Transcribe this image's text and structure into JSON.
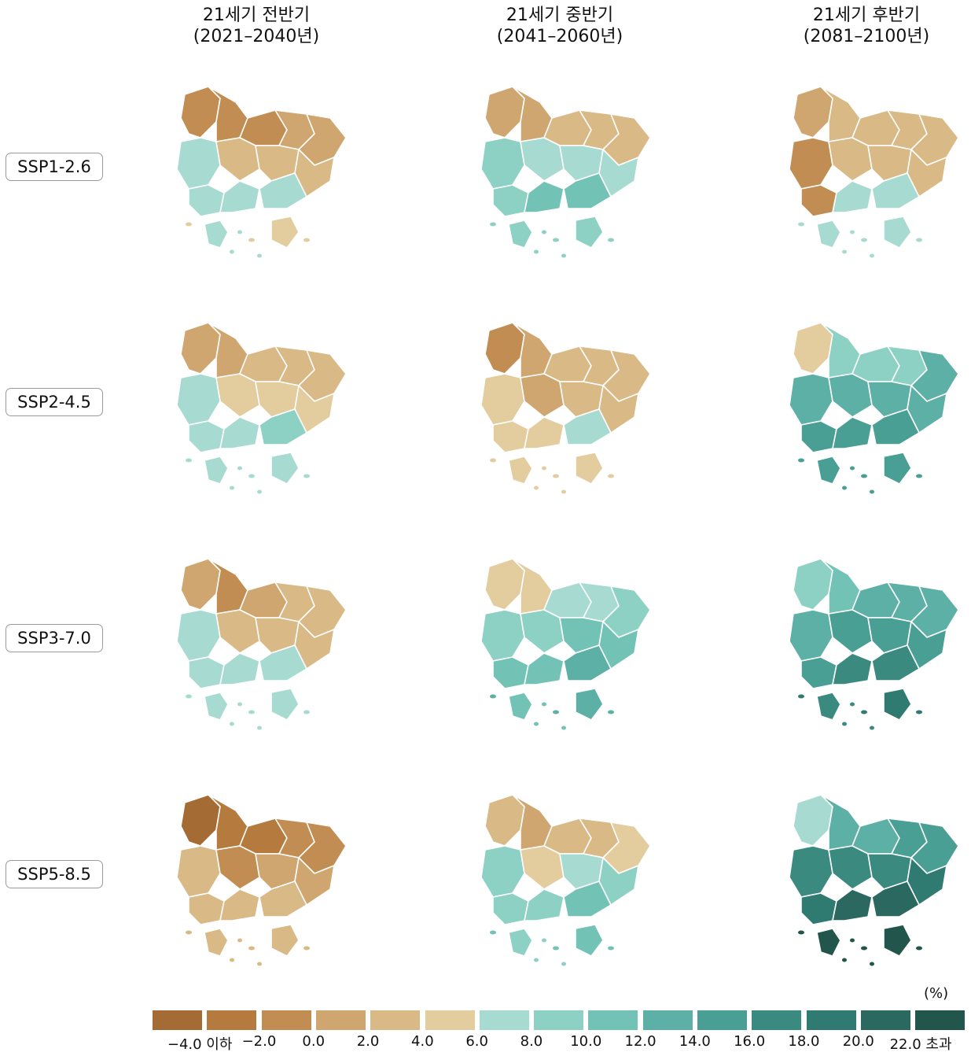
{
  "columns": [
    {
      "line1": "21세기 전반기",
      "line2": "(2021–2040년)"
    },
    {
      "line1": "21세기 중반기",
      "line2": "(2041–2060년)"
    },
    {
      "line1": "21세기 후반기",
      "line2": "(2081–2100년)"
    }
  ],
  "rows": [
    "SSP1-2.6",
    "SSP2-4.5",
    "SSP3-7.0",
    "SSP5-8.5"
  ],
  "legend": {
    "unit": "(%)",
    "colors": [
      "#a56b35",
      "#b57a3d",
      "#c28d52",
      "#cfa66f",
      "#d9b985",
      "#e3cc9e",
      "#a7dbd2",
      "#8dd1c5",
      "#72c3b6",
      "#5db0a5",
      "#4a9f95",
      "#3a8a80",
      "#2f7a71",
      "#2b6860",
      "#22554b"
    ],
    "ticks": [
      "−4.0 이하",
      "−2.0",
      "0.0",
      "2.0",
      "4.0",
      "6.0",
      "8.0",
      "10.0",
      "12.0",
      "14.0",
      "16.0",
      "18.0",
      "20.0",
      "22.0 초과"
    ]
  },
  "map_data": {
    "note_regions": [
      "nw",
      "n",
      "ne1",
      "ne2",
      "e",
      "w",
      "c1",
      "c2",
      "se",
      "sw",
      "s1",
      "s2",
      "is1",
      "is2"
    ],
    "panels": [
      [
        2,
        2,
        2,
        3,
        3,
        6,
        4,
        4,
        4,
        6,
        6,
        6,
        6,
        5
      ],
      [
        3,
        3,
        4,
        4,
        4,
        7,
        6,
        6,
        6,
        7,
        8,
        8,
        7,
        7
      ],
      [
        3,
        4,
        4,
        4,
        4,
        2,
        4,
        4,
        4,
        2,
        6,
        6,
        6,
        6
      ],
      [
        3,
        3,
        4,
        4,
        4,
        6,
        5,
        5,
        5,
        6,
        6,
        7,
        6,
        6
      ],
      [
        2,
        3,
        4,
        4,
        4,
        5,
        3,
        4,
        4,
        5,
        5,
        6,
        5,
        5
      ],
      [
        5,
        7,
        7,
        7,
        9,
        9,
        9,
        9,
        9,
        10,
        10,
        10,
        10,
        10
      ],
      [
        3,
        2,
        3,
        4,
        4,
        6,
        4,
        4,
        4,
        6,
        6,
        6,
        6,
        6
      ],
      [
        5,
        5,
        6,
        6,
        7,
        7,
        7,
        8,
        8,
        8,
        8,
        9,
        8,
        9
      ],
      [
        7,
        8,
        9,
        9,
        9,
        9,
        10,
        10,
        10,
        10,
        11,
        11,
        11,
        12
      ],
      [
        0,
        1,
        1,
        2,
        2,
        4,
        2,
        3,
        3,
        4,
        4,
        4,
        4,
        4
      ],
      [
        4,
        3,
        4,
        4,
        5,
        7,
        5,
        6,
        7,
        7,
        7,
        8,
        7,
        8
      ],
      [
        6,
        9,
        9,
        10,
        10,
        11,
        11,
        11,
        12,
        12,
        13,
        13,
        14,
        14
      ]
    ]
  }
}
